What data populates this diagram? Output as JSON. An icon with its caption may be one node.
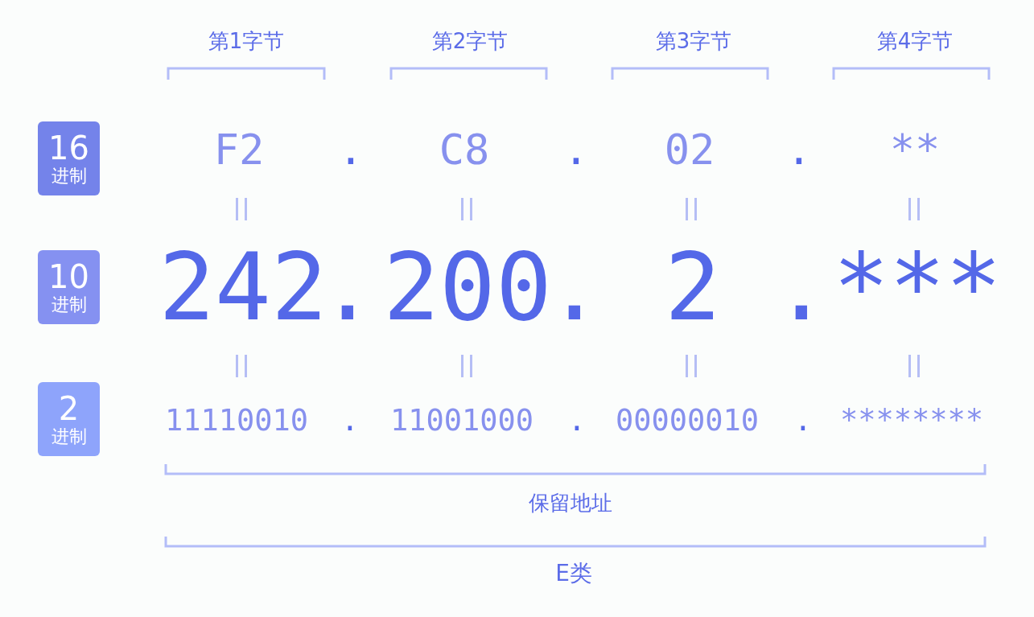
{
  "diagram": {
    "nodes": [
      {
        "text": [
          "16",
          "进制"
        ]
      },
      {
        "text": [
          "10",
          "进制"
        ]
      },
      {
        "text": [
          "2",
          "进制"
        ]
      }
    ],
    "labels": [
      "第1字节",
      "第2字节",
      "第3字节",
      "第4字节",
      "F2",
      ".",
      "C8",
      ".",
      "02",
      ".",
      "**",
      "242",
      ".",
      "200",
      ".",
      "2",
      ".",
      "***",
      "11110010",
      ".",
      "11001000",
      ".",
      "00000010",
      ".",
      "********",
      "保留地址",
      "E类"
    ]
  }
}
